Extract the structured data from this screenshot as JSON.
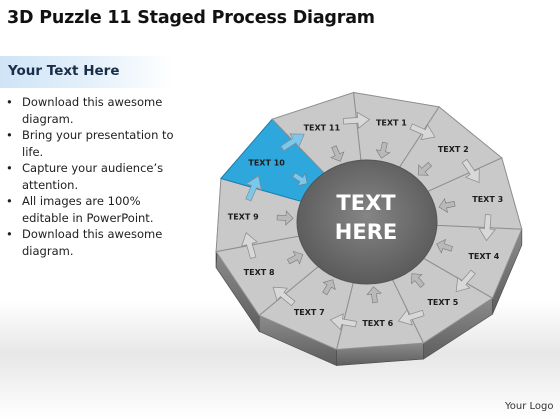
{
  "title": "3D Puzzle 11 Staged Process Diagram",
  "subtitle": "Your Text Here",
  "bullets": [
    "Download this awesome diagram.",
    "Bring your presentation to life.",
    "Capture your audience’s attention.",
    "All images are 100% editable in PowerPoint.",
    "Download this awesome diagram."
  ],
  "diagram": {
    "center_lines": [
      "TEXT",
      "HERE"
    ],
    "stages": [
      {
        "label": "TEXT 1",
        "highlighted": false
      },
      {
        "label": "TEXT 2",
        "highlighted": false
      },
      {
        "label": "TEXT 3",
        "highlighted": false
      },
      {
        "label": "TEXT 4",
        "highlighted": false
      },
      {
        "label": "TEXT 5",
        "highlighted": false
      },
      {
        "label": "TEXT 6",
        "highlighted": false
      },
      {
        "label": "TEXT 7",
        "highlighted": false
      },
      {
        "label": "TEXT 8",
        "highlighted": false
      },
      {
        "label": "TEXT 9",
        "highlighted": false
      },
      {
        "label": "TEXT 10",
        "highlighted": true
      },
      {
        "label": "TEXT 11",
        "highlighted": false
      }
    ],
    "colors": {
      "piece": "#c9c9c9",
      "piece_highlight": "#2ea7dd",
      "hub": "#6e6e6e",
      "side": "#7d7d7d"
    }
  },
  "footer": "Your Logo"
}
